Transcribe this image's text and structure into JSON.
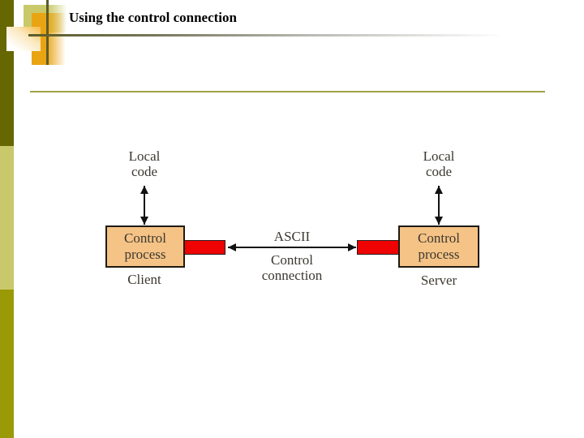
{
  "slide": {
    "title": "Using the control connection"
  },
  "diagram": {
    "client": {
      "top_label": "Local\ncode",
      "box_label": "Control\nprocess",
      "caption": "Client"
    },
    "server": {
      "top_label": "Local\ncode",
      "box_label": "Control\nprocess",
      "caption": "Server"
    },
    "connection": {
      "label": "ASCII",
      "sublabel": "Control\nconnection"
    }
  },
  "colors": {
    "process_box_fill": "#f5c386",
    "process_box_border": "#1f1a10",
    "connector_red": "#ee0202",
    "sidebar_top": "#666603",
    "sidebar_middle": "#c9c96b",
    "sidebar_bottom": "#9a9a07",
    "accent_gold": "#e9a414",
    "accent_khaki": "#c9c96a",
    "rule_olive": "#a2a244",
    "rule_dark": "#5c5c28",
    "title_color": "#000000",
    "diagram_text": "#3c3830"
  }
}
